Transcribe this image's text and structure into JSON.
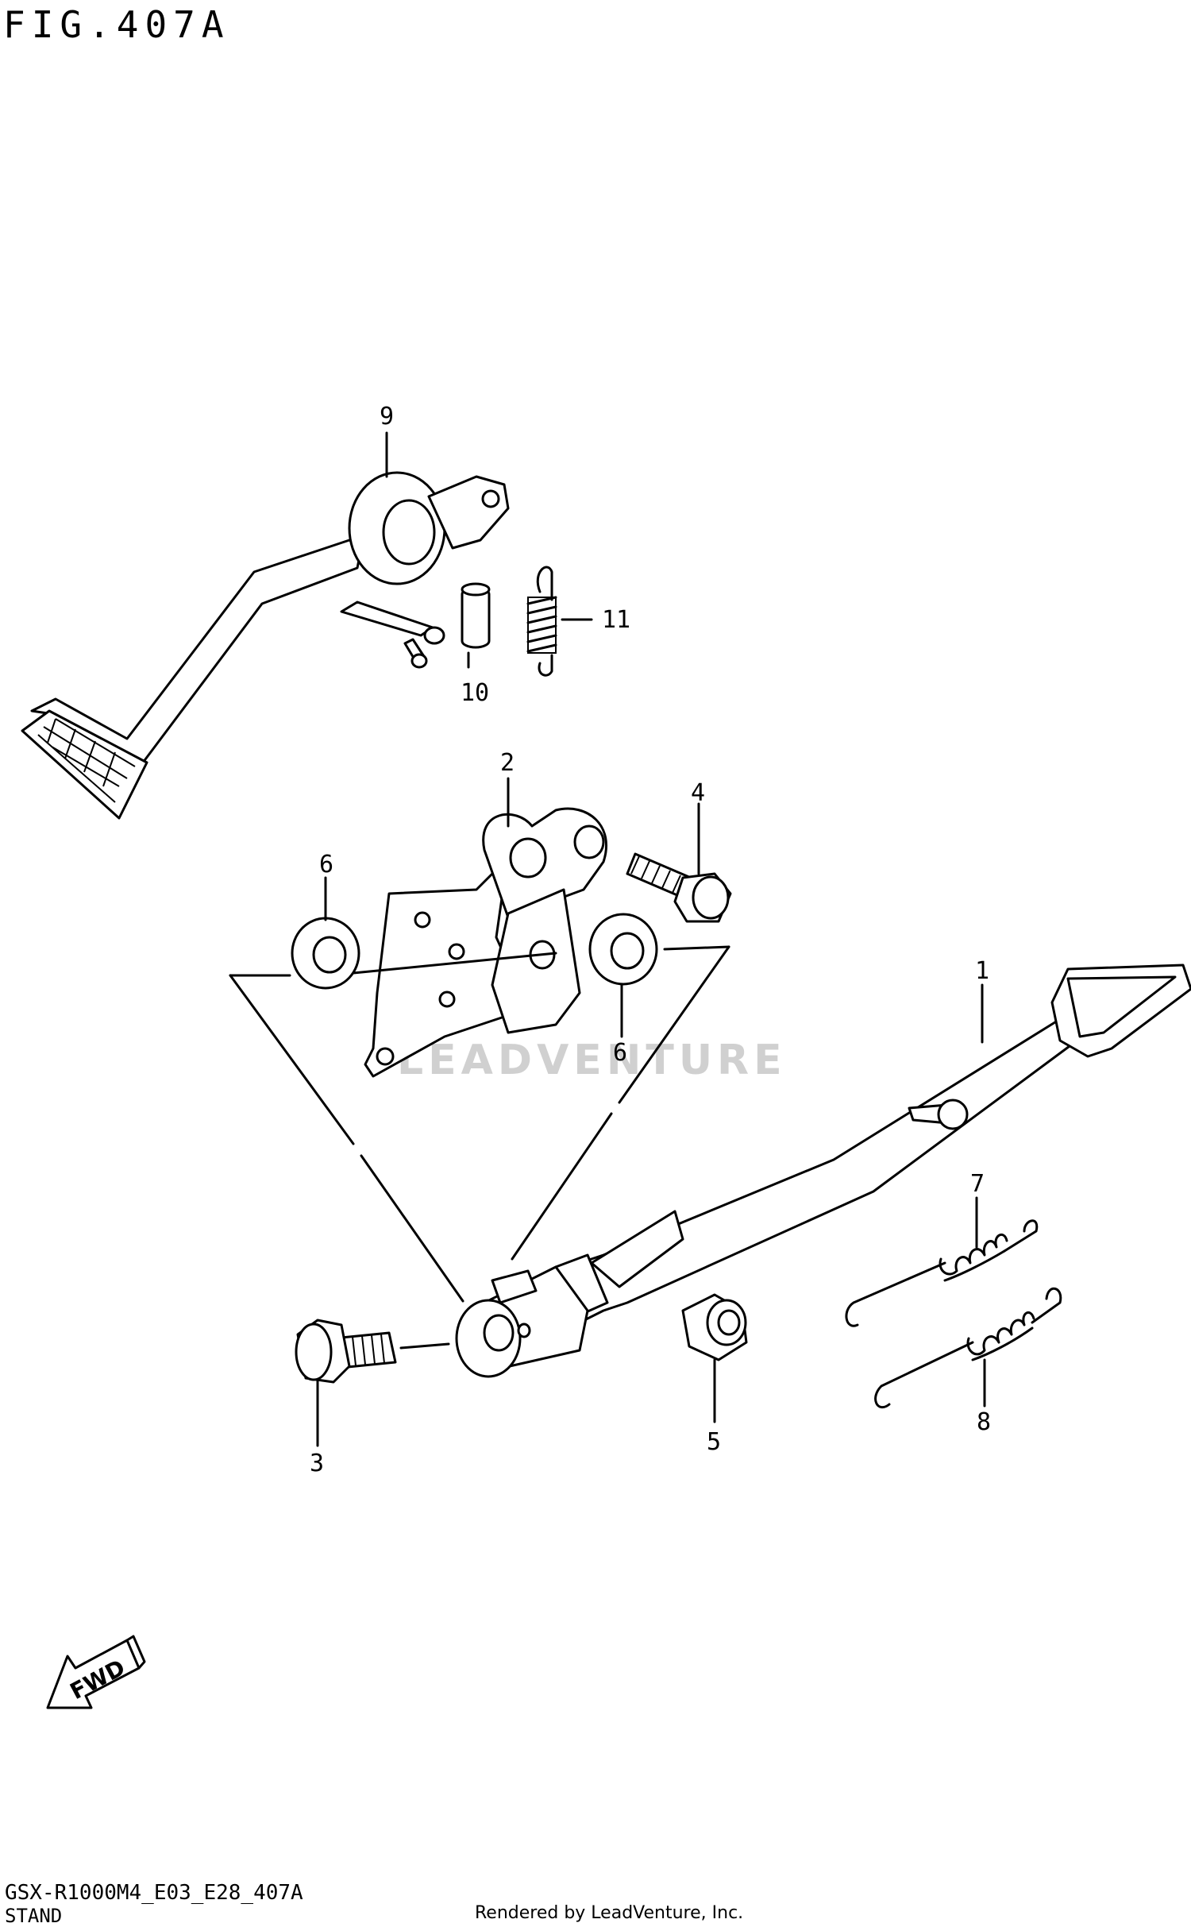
{
  "figure": {
    "title": "FIG.407A"
  },
  "footer": {
    "code": "GSX-R1000M4_E03_E28_407A",
    "section": "STAND",
    "credit": "Rendered by LeadVenture, Inc."
  },
  "watermark": "LEADVENTURE",
  "fwd_label": "FWD",
  "callouts": [
    {
      "id": "1",
      "part": "stand"
    },
    {
      "id": "2",
      "part": "bracket"
    },
    {
      "id": "3",
      "part": "bolt"
    },
    {
      "id": "4",
      "part": "bolt"
    },
    {
      "id": "5",
      "part": "nut"
    },
    {
      "id": "6",
      "part": "washer"
    },
    {
      "id": "6",
      "part": "washer"
    },
    {
      "id": "7",
      "part": "spring"
    },
    {
      "id": "8",
      "part": "spring"
    },
    {
      "id": "9",
      "part": "pedal"
    },
    {
      "id": "10",
      "part": "pin"
    },
    {
      "id": "11",
      "part": "spring"
    }
  ]
}
